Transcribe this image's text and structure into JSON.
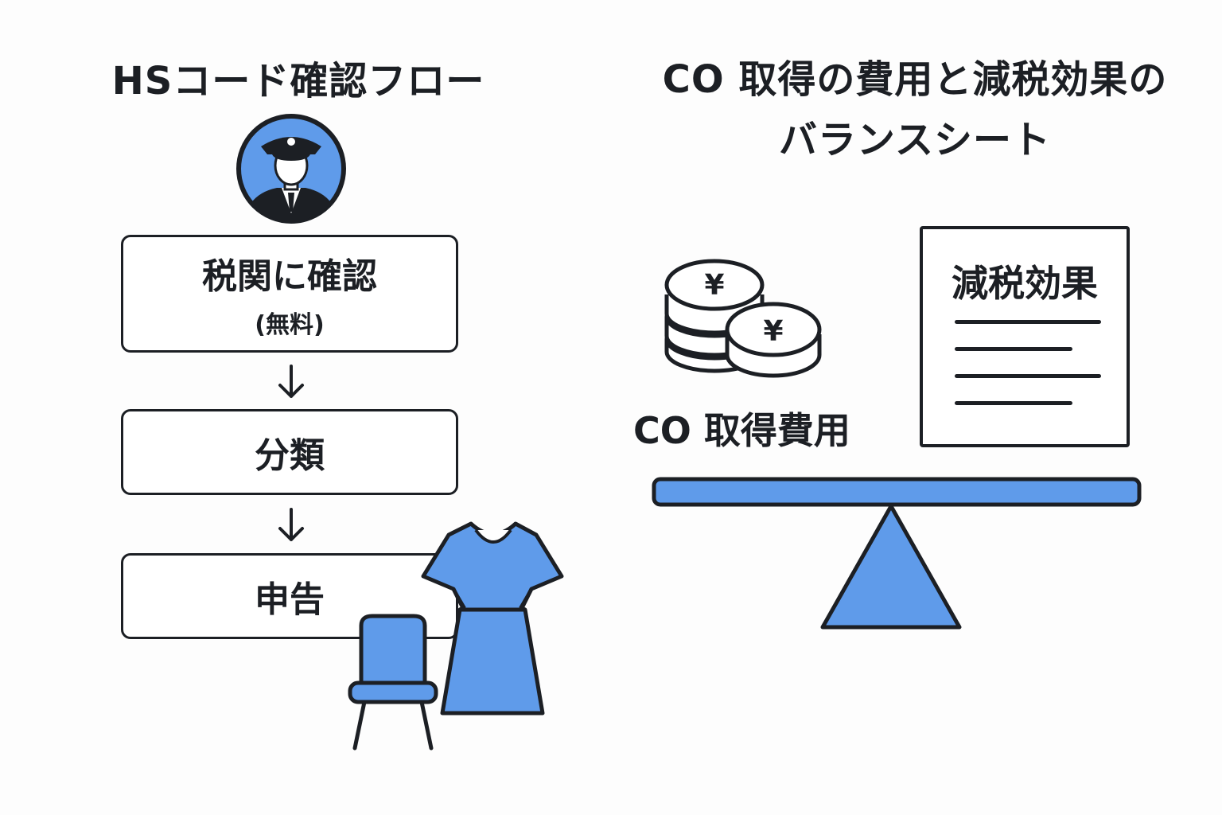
{
  "left": {
    "title": "HSコード確認フロー",
    "steps": [
      {
        "label": "税関に確認",
        "sub": "(無料)"
      },
      {
        "label": "分類"
      },
      {
        "label": "申告"
      }
    ]
  },
  "right": {
    "title_line1": "CO 取得の費用と減税効果の",
    "title_line2": "バランスシート",
    "cost_label": "CO 取得費用",
    "benefit_label": "減税効果",
    "currency_symbol": "¥"
  },
  "colors": {
    "accent": "#5f9bea",
    "ink": "#1c1f24",
    "background": "#fdfdfd"
  },
  "icons": [
    "customs-officer-icon",
    "arrow-down-icon",
    "dress-icon",
    "chair-icon",
    "yen-coins-icon",
    "document-icon",
    "seesaw-icon"
  ]
}
